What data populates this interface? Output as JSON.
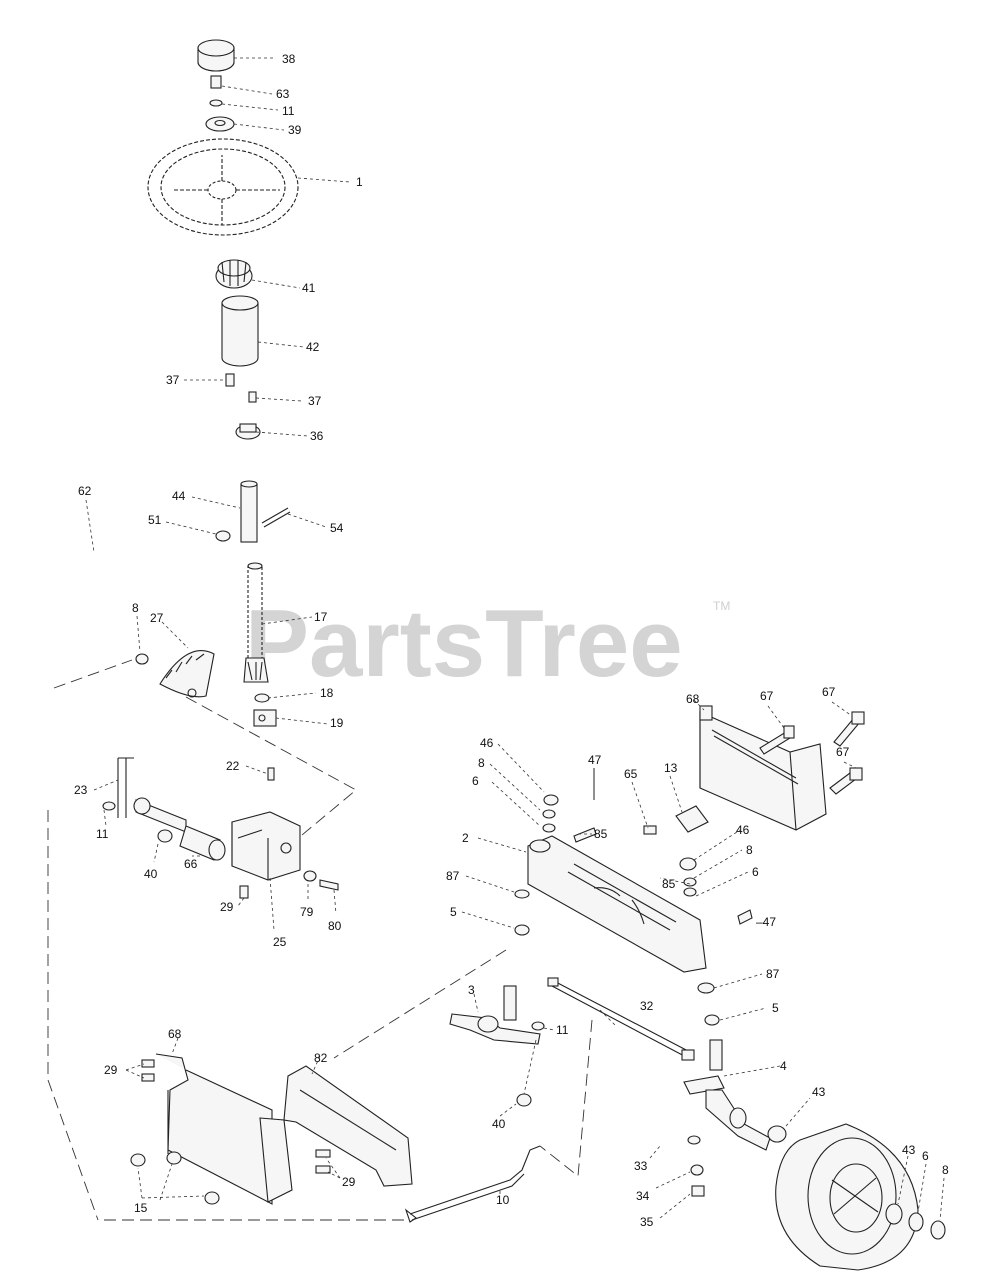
{
  "watermark": {
    "text": "PartsTree",
    "tm": "TM"
  },
  "callouts": {
    "c38": "38",
    "c63": "63",
    "c11a": "11",
    "c39": "39",
    "c1": "1",
    "c41": "41",
    "c42": "42",
    "c37a": "37",
    "c37b": "37",
    "c36": "36",
    "c62": "62",
    "c44": "44",
    "c51": "51",
    "c54": "54",
    "c17": "17",
    "c8a": "8",
    "c27": "27",
    "c18": "18",
    "c19": "19",
    "c22": "22",
    "c23": "23",
    "c11b": "11",
    "c40a": "40",
    "c66": "66",
    "c29a": "29",
    "c79": "79",
    "c80": "80",
    "c25": "25",
    "c46a": "46",
    "c8b": "8",
    "c47a": "47",
    "c6a": "6",
    "c85a": "85",
    "c2": "2",
    "c87a": "87",
    "c5a": "5",
    "c65": "65",
    "c13": "13",
    "c68a": "68",
    "c67a": "67",
    "c67b": "67",
    "c67c": "67",
    "c46b": "46",
    "c8c": "8",
    "c85b": "85",
    "c6b": "6",
    "c47b": "–47",
    "c87b": "87",
    "c5b": "5",
    "c3": "3",
    "c11c": "11",
    "c32": "32",
    "c4": "4",
    "c43a": "43",
    "c40b": "40",
    "c68b": "68",
    "c29b": "29",
    "c82": "82",
    "c29c": "29",
    "c15": "15",
    "c10": "10",
    "c33": "33",
    "c34": "34",
    "c35": "35",
    "c43b": "43",
    "c6c": "6",
    "c8d": "8"
  }
}
